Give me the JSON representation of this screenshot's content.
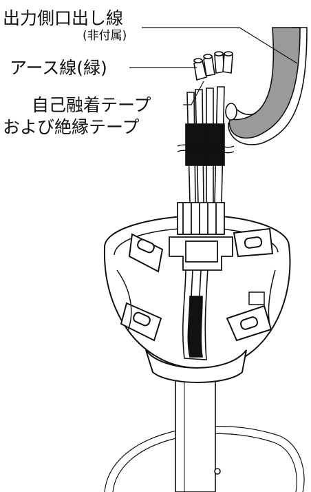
{
  "labels": {
    "output_cable": "出力側口出し線",
    "not_included": "(非付属)",
    "ground_wire": "アース線(緑)",
    "tape_line1": "自己融着テープ",
    "tape_line2": "および絶縁テープ"
  },
  "colors": {
    "line": "#111111",
    "cable_fill": "#9a9a9a",
    "tape_fill": "#111111",
    "body_fill": "#ffffff"
  }
}
